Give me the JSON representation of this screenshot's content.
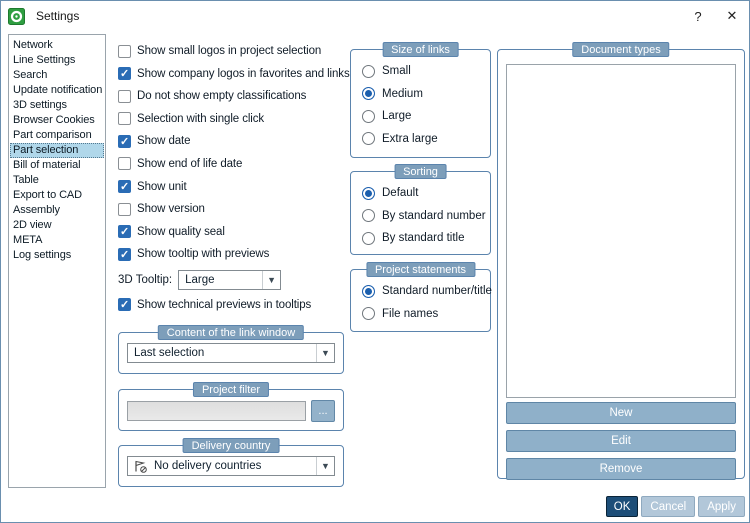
{
  "window": {
    "title": "Settings",
    "help_label": "?",
    "close_label": "✕"
  },
  "colors": {
    "accent_blue": "#1b5fae",
    "checkbox_blue": "#2a6cb5",
    "group_border": "#5b84ad",
    "group_caption_bg": "#7d9eba",
    "steel_button_bg": "#8fb0c9",
    "ok_button_bg": "#1d4e78",
    "secondary_button_bg": "#b2c7d9",
    "sidebar_selection_bg": "#b0d7ea",
    "logo_green": "#2f9e41"
  },
  "sidebar": {
    "items": [
      {
        "label": "Network",
        "selected": false
      },
      {
        "label": "Line Settings",
        "selected": false
      },
      {
        "label": "Search",
        "selected": false
      },
      {
        "label": "Update notification",
        "selected": false
      },
      {
        "label": "3D settings",
        "selected": false
      },
      {
        "label": "Browser Cookies",
        "selected": false
      },
      {
        "label": "Part comparison",
        "selected": false
      },
      {
        "label": "Part selection",
        "selected": true
      },
      {
        "label": "Bill of material",
        "selected": false
      },
      {
        "label": "Table",
        "selected": false
      },
      {
        "label": "Export to CAD",
        "selected": false
      },
      {
        "label": "Assembly",
        "selected": false
      },
      {
        "label": "2D view",
        "selected": false
      },
      {
        "label": "META",
        "selected": false
      },
      {
        "label": "Log settings",
        "selected": false
      }
    ]
  },
  "options": {
    "checkboxes": [
      {
        "label": "Show small logos in project selection",
        "checked": false
      },
      {
        "label": "Show company logos in favorites and links",
        "checked": true
      },
      {
        "label": "Do not show empty classifications",
        "checked": false
      },
      {
        "label": "Selection with single click",
        "checked": false
      },
      {
        "label": "Show date",
        "checked": true
      },
      {
        "label": "Show end of life date",
        "checked": false
      },
      {
        "label": "Show unit",
        "checked": true
      },
      {
        "label": "Show version",
        "checked": false
      },
      {
        "label": "Show quality seal",
        "checked": true
      },
      {
        "label": "Show tooltip with previews",
        "checked": true
      }
    ],
    "tooltip_3d": {
      "label": "3D Tooltip:",
      "value": "Large"
    },
    "tech_previews": {
      "label": "Show technical previews in tooltips",
      "checked": true
    }
  },
  "link_window": {
    "title": "Content of the link window",
    "value": "Last selection"
  },
  "project_filter": {
    "title": "Project filter",
    "input_value": "",
    "browse_label": "..."
  },
  "delivery_country": {
    "title": "Delivery country",
    "value": "No delivery countries"
  },
  "size_of_links": {
    "title": "Size of links",
    "options": [
      {
        "label": "Small",
        "selected": false
      },
      {
        "label": "Medium",
        "selected": true
      },
      {
        "label": "Large",
        "selected": false
      },
      {
        "label": "Extra large",
        "selected": false
      }
    ]
  },
  "sorting": {
    "title": "Sorting",
    "options": [
      {
        "label": "Default",
        "selected": true
      },
      {
        "label": "By standard number",
        "selected": false
      },
      {
        "label": "By standard title",
        "selected": false
      }
    ]
  },
  "project_statements": {
    "title": "Project statements",
    "options": [
      {
        "label": "Standard number/title",
        "selected": true
      },
      {
        "label": "File names",
        "selected": false
      }
    ]
  },
  "document_types": {
    "title": "Document types",
    "buttons": {
      "new": "New",
      "edit": "Edit",
      "remove": "Remove"
    }
  },
  "footer": {
    "ok": "OK",
    "cancel": "Cancel",
    "apply": "Apply"
  }
}
